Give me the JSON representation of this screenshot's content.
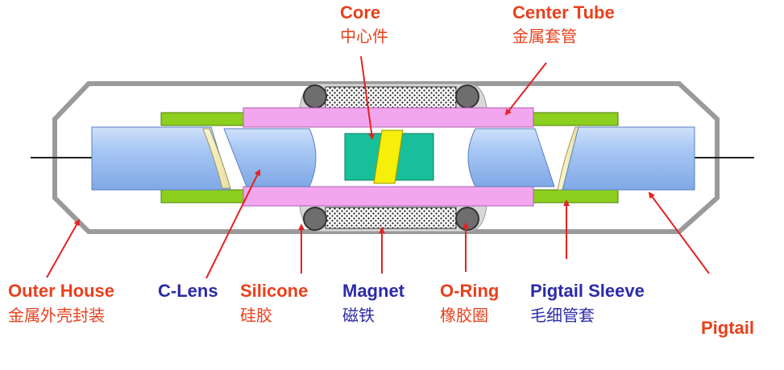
{
  "labels": {
    "core": {
      "en": "Core",
      "cn": "中心件"
    },
    "center_tube": {
      "en": "Center Tube",
      "cn": "金属套管"
    },
    "outer_house": {
      "en": "Outer House",
      "cn": "金属外壳封装"
    },
    "c_lens": {
      "en": "C-Lens",
      "cn": ""
    },
    "silicone": {
      "en": "Silicone",
      "cn": "硅胶"
    },
    "magnet": {
      "en": "Magnet",
      "cn": "磁铁"
    },
    "o_ring": {
      "en": "O-Ring",
      "cn": "橡胶圈"
    },
    "pigtail_sleeve": {
      "en": "Pigtail Sleeve",
      "cn": "毛细管套"
    },
    "pigtail": {
      "en": "Pigtail",
      "cn": ""
    }
  },
  "colors": {
    "label_red": "#e8401c",
    "label_blue": "#2b2ba8",
    "arrow": "#e52222",
    "housing": "#9a9a9a",
    "center_tube": "#f2a6ee",
    "pigtail_sleeve": "#8ccf1e",
    "lens_blue": "#9ec3f2",
    "core_green": "#17c09a",
    "core_yellow": "#f5ef0a",
    "o_ring": "#6e6e6e"
  }
}
